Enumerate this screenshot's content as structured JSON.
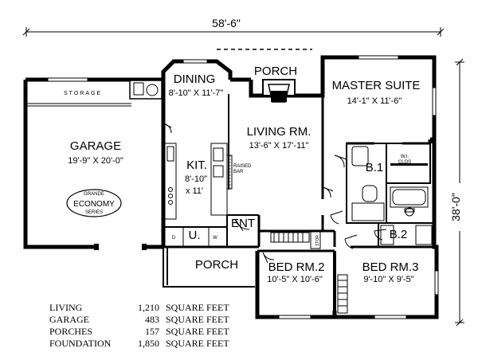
{
  "overall": {
    "width": "58'-6\"",
    "depth": "38'-0\""
  },
  "rooms": {
    "storage": "STORAGE",
    "garage": {
      "name": "GARAGE",
      "size": "19'-9\" X 20'-0\""
    },
    "dining": {
      "name": "DINING",
      "size": "8'-10\" X 11'-7\""
    },
    "porch_top": "PORCH",
    "living": {
      "name": "LIVING RM.",
      "size": "13'-6\" X 17'-11\""
    },
    "master": {
      "name": "MASTER SUITE",
      "size": "14'-1\" X 11'-6\""
    },
    "kitchen": {
      "name": "KIT.",
      "size_line1": "8'-10\"",
      "size_line2": "x 11'"
    },
    "raised_bar": [
      "RAISED",
      "BAR"
    ],
    "bath1": "B.1",
    "wi_clos": [
      "W.I.",
      "CLOS"
    ],
    "bath2": "B.2",
    "ent": "ENT",
    "utility": "U.",
    "dryer": "D",
    "washer": "W",
    "stor": "STOR",
    "porch_front": "PORCH",
    "bed2": {
      "name": "BED RM.2",
      "size": "10'-5\" X 10'-6\""
    },
    "bed3": {
      "name": "BED RM.3",
      "size": "9'-10\" X 9'-5\""
    }
  },
  "badge": {
    "top": "GRANDE",
    "middle": "ECONOMY",
    "bottom": "SERIES"
  },
  "stats": [
    {
      "label": "LIVING",
      "value": "1,210",
      "unit": "SQUARE FEET"
    },
    {
      "label": "GARAGE",
      "value": "483",
      "unit": "SQUARE FEET"
    },
    {
      "label": "PORCHES",
      "value": "157",
      "unit": "SQUARE FEET"
    },
    {
      "label": "FOUNDATION",
      "value": "1,850",
      "unit": "SQUARE FEET"
    }
  ]
}
